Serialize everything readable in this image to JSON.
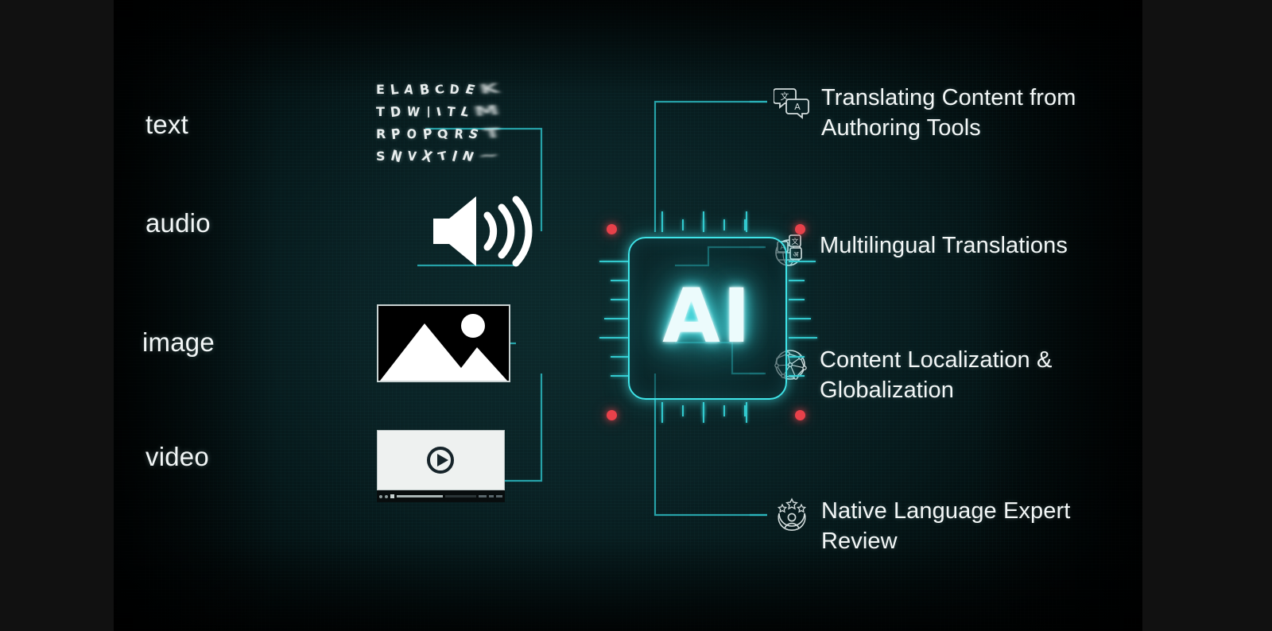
{
  "colors": {
    "background": "#111111",
    "canvas_dark_teal": "#0a2225",
    "accent_cyan": "#3fe4e8",
    "wire_cyan": "#2bb8bf",
    "led_red": "#e8414a",
    "text_white": "#f3f7f7"
  },
  "center": {
    "chip_label": "AI",
    "chip_name": "ai-processor-chip"
  },
  "inputs": [
    {
      "label": "text",
      "icon": "handwritten-alphabet-icon"
    },
    {
      "label": "audio",
      "icon": "speaker-sound-icon"
    },
    {
      "label": "image",
      "icon": "image-thumbnail-icon"
    },
    {
      "label": "video",
      "icon": "video-player-icon"
    }
  ],
  "alphabet": {
    "rows": [
      [
        "E",
        "L",
        "A",
        "B",
        "C",
        "D",
        "E",
        "K",
        "~"
      ],
      [
        "T",
        "D",
        "W",
        "/",
        "I",
        "T",
        "L",
        "M",
        "~"
      ],
      [
        "R",
        "P",
        "O",
        "P",
        "Q",
        "R",
        "S",
        "T",
        "~"
      ],
      [
        "S",
        "N",
        "V",
        "X",
        "T",
        "I",
        "N",
        "~",
        "~"
      ]
    ]
  },
  "outputs": [
    {
      "label": "Translating Content from Authoring Tools",
      "line1": "Translating Content from",
      "line2": "Authoring Tools",
      "icon": "translate-speech-bubbles-icon"
    },
    {
      "label": "Multilingual Translations",
      "line1": "Multilingual Translations",
      "line2": "",
      "icon": "multilingual-globe-icon"
    },
    {
      "label": "Content Localization & Globalization",
      "line1": "Content Localization &",
      "line2": "Globalization",
      "icon": "globe-network-icon"
    },
    {
      "label": "Native Language Expert Review",
      "line1": "Native Language Expert",
      "line2": "Review",
      "icon": "expert-reviewer-badge-icon"
    }
  ]
}
